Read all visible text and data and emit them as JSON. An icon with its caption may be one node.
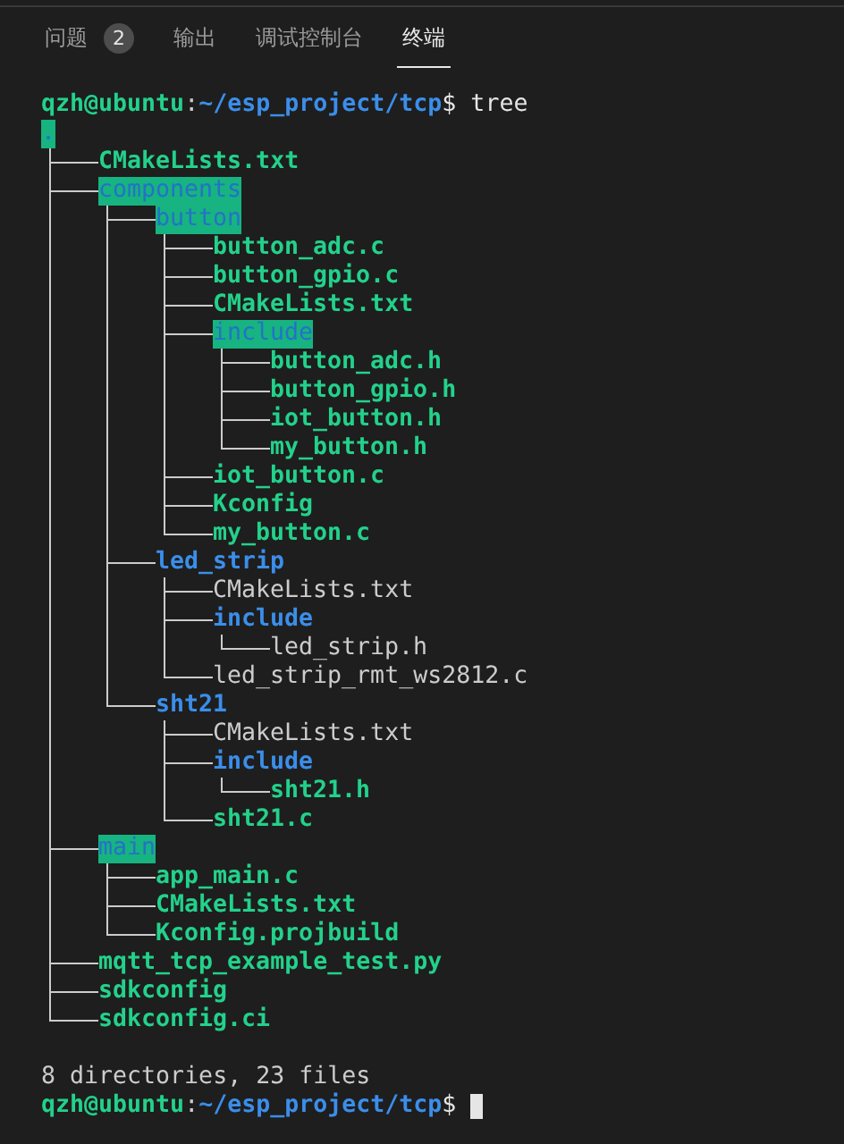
{
  "diagram": {
    "nodes": [
      {
        "text": [
          "."
        ]
      },
      {
        "text": [
          "CMakeLists.txt"
        ]
      },
      {
        "text": [
          "components"
        ]
      },
      {
        "text": [
          "button"
        ]
      },
      {
        "text": [
          "button_adc.c"
        ]
      },
      {
        "text": [
          "button_gpio.c"
        ]
      },
      {
        "text": [
          "CMakeLists.txt"
        ]
      },
      {
        "text": [
          "include"
        ]
      },
      {
        "text": [
          "button_adc.h"
        ]
      },
      {
        "text": [
          "button_gpio.h"
        ]
      },
      {
        "text": [
          "iot_button.h"
        ]
      },
      {
        "text": [
          "my_button.h"
        ]
      },
      {
        "text": [
          "iot_button.c"
        ]
      },
      {
        "text": [
          "Kconfig"
        ]
      },
      {
        "text": [
          "my_button.c"
        ]
      },
      {
        "text": [
          "led_strip"
        ]
      },
      {
        "text": [
          "CMakeLists.txt"
        ]
      },
      {
        "text": [
          "include"
        ]
      },
      {
        "text": [
          "led_strip.h"
        ]
      },
      {
        "text": [
          "led_strip_rmt_ws2812.c"
        ]
      },
      {
        "text": [
          "sht21"
        ]
      },
      {
        "text": [
          "CMakeLists.txt"
        ]
      },
      {
        "text": [
          "include"
        ]
      },
      {
        "text": [
          "sht21.h"
        ]
      },
      {
        "text": [
          "sht21.c"
        ]
      },
      {
        "text": [
          "main"
        ]
      },
      {
        "text": [
          "app_main.c"
        ]
      },
      {
        "text": [
          "CMakeLists.txt"
        ]
      },
      {
        "text": [
          "Kconfig.projbuild"
        ]
      },
      {
        "text": [
          "mqtt_tcp_example_test.py"
        ]
      },
      {
        "text": [
          "sdkconfig"
        ]
      },
      {
        "text": [
          "sdkconfig.ci"
        ]
      }
    ],
    "edges": [
      {
        "from": 0,
        "to": 1,
        "arrow": "none"
      },
      {
        "from": 0,
        "to": 2,
        "arrow": "none"
      },
      {
        "from": 2,
        "to": 3,
        "arrow": "none"
      },
      {
        "from": 3,
        "to": 4,
        "arrow": "none"
      },
      {
        "from": 3,
        "to": 5,
        "arrow": "none"
      },
      {
        "from": 3,
        "to": 6,
        "arrow": "none"
      },
      {
        "from": 3,
        "to": 7,
        "arrow": "none"
      },
      {
        "from": 7,
        "to": 8,
        "arrow": "none"
      },
      {
        "from": 7,
        "to": 9,
        "arrow": "none"
      },
      {
        "from": 7,
        "to": 10,
        "arrow": "none"
      },
      {
        "from": 7,
        "to": 11,
        "arrow": "none"
      },
      {
        "from": 3,
        "to": 12,
        "arrow": "none"
      },
      {
        "from": 3,
        "to": 13,
        "arrow": "none"
      },
      {
        "from": 3,
        "to": 14,
        "arrow": "none"
      },
      {
        "from": 2,
        "to": 15,
        "arrow": "none"
      },
      {
        "from": 15,
        "to": 16,
        "arrow": "none"
      },
      {
        "from": 15,
        "to": 17,
        "arrow": "none"
      },
      {
        "from": 17,
        "to": 18,
        "arrow": "none"
      },
      {
        "from": 15,
        "to": 19,
        "arrow": "none"
      },
      {
        "from": 2,
        "to": 20,
        "arrow": "none"
      },
      {
        "from": 20,
        "to": 21,
        "arrow": "none"
      },
      {
        "from": 20,
        "to": 22,
        "arrow": "none"
      },
      {
        "from": 22,
        "to": 23,
        "arrow": "none"
      },
      {
        "from": 20,
        "to": 24,
        "arrow": "none"
      },
      {
        "from": 0,
        "to": 25,
        "arrow": "none"
      },
      {
        "from": 25,
        "to": 26,
        "arrow": "none"
      },
      {
        "from": 25,
        "to": 27,
        "arrow": "none"
      },
      {
        "from": 25,
        "to": 28,
        "arrow": "none"
      },
      {
        "from": 0,
        "to": 29,
        "arrow": "none"
      },
      {
        "from": 0,
        "to": 30,
        "arrow": "none"
      },
      {
        "from": 0,
        "to": 31,
        "arrow": "none"
      }
    ],
    "labels": [
      "问题",
      "2",
      "输出",
      "调试控制台",
      "终端",
      "qzh@ubuntu",
      ":",
      "~/esp_project/tcp",
      "$ tree",
      "8 directories, 23 files",
      "qzh@ubuntu",
      ":",
      "~/esp_project/tcp",
      "$"
    ]
  }
}
